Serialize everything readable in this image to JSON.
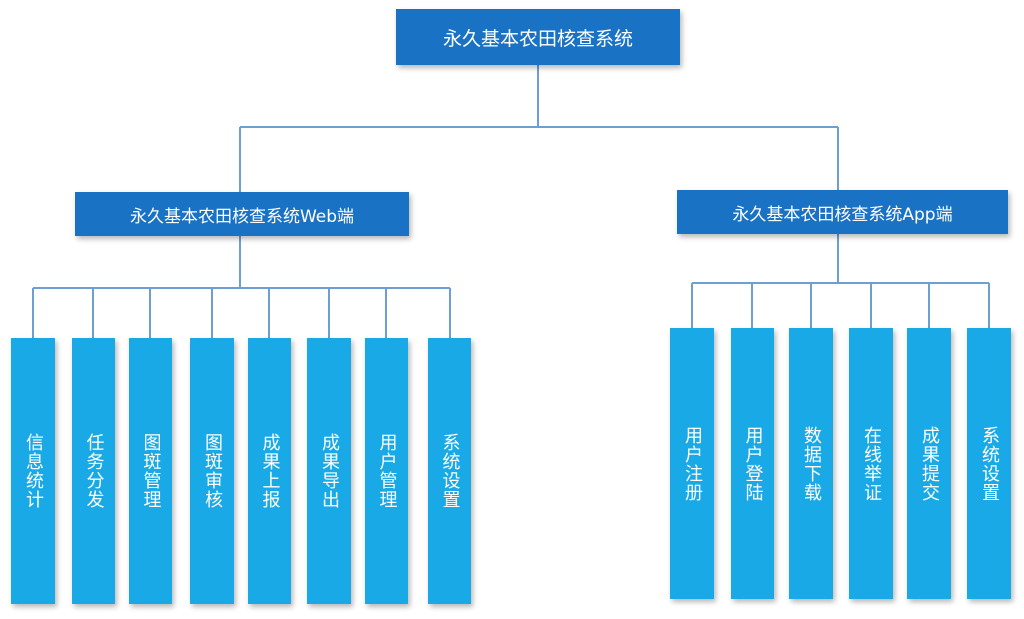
{
  "colors": {
    "root_box": "#1a72c5",
    "branch_box": "#1a72c5",
    "leaf_box": "#18a9e6",
    "connector": "#6e9fd3",
    "text": "#ffffff"
  },
  "root": {
    "label": "永久基本农田核查系统"
  },
  "web": {
    "label": "永久基本农田核查系统Web端",
    "items": [
      {
        "label": "信息统计"
      },
      {
        "label": "任务分发"
      },
      {
        "label": "图斑管理"
      },
      {
        "label": "图斑审核"
      },
      {
        "label": "成果上报"
      },
      {
        "label": "成果导出"
      },
      {
        "label": "用户管理"
      },
      {
        "label": "系统设置"
      }
    ]
  },
  "app": {
    "label": "永久基本农田核查系统App端",
    "items": [
      {
        "label": "用户注册"
      },
      {
        "label": "用户登陆"
      },
      {
        "label": "数据下载"
      },
      {
        "label": "在线举证"
      },
      {
        "label": "成果提交"
      },
      {
        "label": "系统设置"
      }
    ]
  }
}
